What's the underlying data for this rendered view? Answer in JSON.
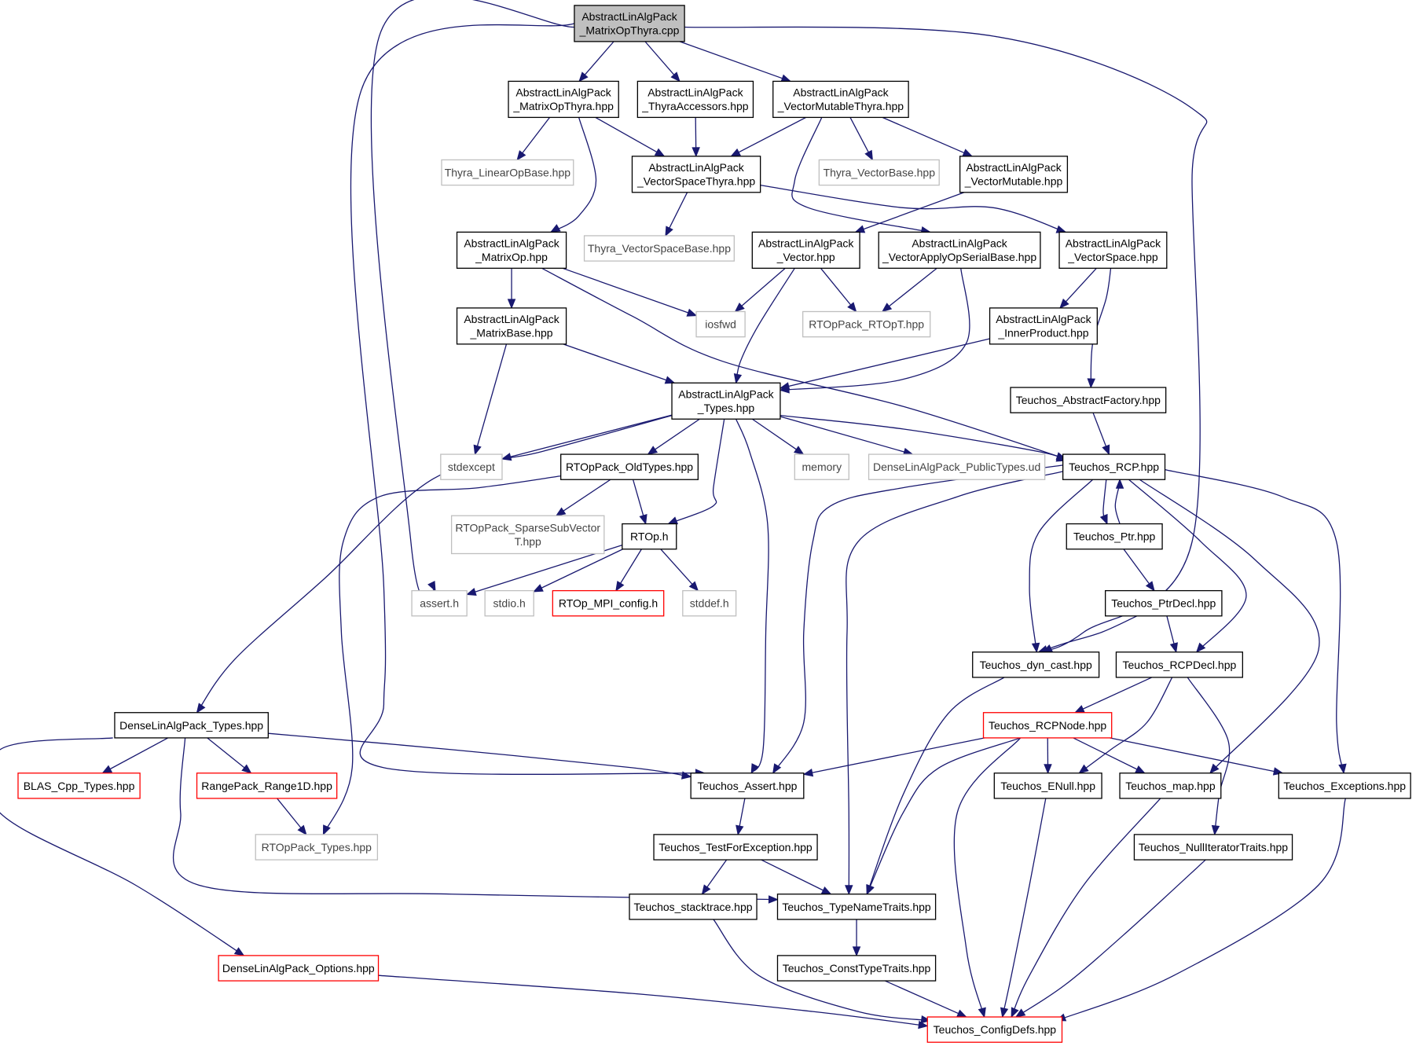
{
  "graph": {
    "title": "",
    "colors": {
      "background": "#ffffff",
      "edge": "#191970",
      "focus_fill": "#bfbfbf",
      "normal_border": "#000000",
      "external_border": "#bfbfbf",
      "truncated_border": "#ff0000",
      "text_normal": "#000000",
      "text_external": "#444444"
    },
    "nodes": [
      {
        "id": "n0",
        "kind": "focus",
        "lines": [
          "AbstractLinAlgPack",
          "_MatrixOpThyra.cpp"
        ]
      },
      {
        "id": "n1",
        "kind": "normal",
        "lines": [
          "AbstractLinAlgPack",
          "_MatrixOpThyra.hpp"
        ]
      },
      {
        "id": "n2",
        "kind": "normal",
        "lines": [
          "AbstractLinAlgPack",
          "_ThyraAccessors.hpp"
        ]
      },
      {
        "id": "n3",
        "kind": "normal",
        "lines": [
          "AbstractLinAlgPack",
          "_VectorMutableThyra.hpp"
        ]
      },
      {
        "id": "n4",
        "kind": "external",
        "lines": [
          "Thyra_LinearOpBase.hpp"
        ]
      },
      {
        "id": "n5",
        "kind": "normal",
        "lines": [
          "AbstractLinAlgPack",
          "_VectorSpaceThyra.hpp"
        ]
      },
      {
        "id": "n6",
        "kind": "external",
        "lines": [
          "Thyra_VectorBase.hpp"
        ]
      },
      {
        "id": "n7",
        "kind": "normal",
        "lines": [
          "AbstractLinAlgPack",
          "_VectorMutable.hpp"
        ]
      },
      {
        "id": "n8",
        "kind": "normal",
        "lines": [
          "AbstractLinAlgPack",
          "_MatrixOp.hpp"
        ]
      },
      {
        "id": "n9",
        "kind": "external",
        "lines": [
          "Thyra_VectorSpaceBase.hpp"
        ]
      },
      {
        "id": "n10",
        "kind": "normal",
        "lines": [
          "AbstractLinAlgPack",
          "_Vector.hpp"
        ]
      },
      {
        "id": "n11",
        "kind": "normal",
        "lines": [
          "AbstractLinAlgPack",
          "_VectorApplyOpSerialBase.hpp"
        ]
      },
      {
        "id": "n12",
        "kind": "normal",
        "lines": [
          "AbstractLinAlgPack",
          "_VectorSpace.hpp"
        ]
      },
      {
        "id": "n13",
        "kind": "normal",
        "lines": [
          "AbstractLinAlgPack",
          "_MatrixBase.hpp"
        ]
      },
      {
        "id": "n14",
        "kind": "external",
        "lines": [
          "iosfwd"
        ]
      },
      {
        "id": "n15",
        "kind": "external",
        "lines": [
          "RTOpPack_RTOpT.hpp"
        ]
      },
      {
        "id": "n16",
        "kind": "normal",
        "lines": [
          "AbstractLinAlgPack",
          "_InnerProduct.hpp"
        ]
      },
      {
        "id": "n17",
        "kind": "normal",
        "lines": [
          "AbstractLinAlgPack",
          "_Types.hpp"
        ]
      },
      {
        "id": "n18",
        "kind": "normal",
        "lines": [
          "Teuchos_AbstractFactory.hpp"
        ]
      },
      {
        "id": "n19",
        "kind": "external",
        "lines": [
          "stdexcept"
        ]
      },
      {
        "id": "n20",
        "kind": "normal",
        "lines": [
          "RTOpPack_OldTypes.hpp"
        ]
      },
      {
        "id": "n21",
        "kind": "external",
        "lines": [
          "memory"
        ]
      },
      {
        "id": "n22",
        "kind": "external",
        "lines": [
          "DenseLinAlgPack_PublicTypes.ud"
        ]
      },
      {
        "id": "n23",
        "kind": "normal",
        "lines": [
          "Teuchos_RCP.hpp"
        ]
      },
      {
        "id": "n24",
        "kind": "external",
        "lines": [
          "RTOpPack_SparseSubVector",
          "T.hpp"
        ]
      },
      {
        "id": "n25",
        "kind": "normal",
        "lines": [
          "RTOp.h"
        ]
      },
      {
        "id": "n26",
        "kind": "normal",
        "lines": [
          "Teuchos_Ptr.hpp"
        ]
      },
      {
        "id": "n27",
        "kind": "external",
        "lines": [
          "assert.h"
        ]
      },
      {
        "id": "n28",
        "kind": "external",
        "lines": [
          "stdio.h"
        ]
      },
      {
        "id": "n29",
        "kind": "truncated",
        "lines": [
          "RTOp_MPI_config.h"
        ]
      },
      {
        "id": "n30",
        "kind": "external",
        "lines": [
          "stddef.h"
        ]
      },
      {
        "id": "n31",
        "kind": "normal",
        "lines": [
          "Teuchos_PtrDecl.hpp"
        ]
      },
      {
        "id": "n32",
        "kind": "normal",
        "lines": [
          "Teuchos_dyn_cast.hpp"
        ]
      },
      {
        "id": "n33",
        "kind": "normal",
        "lines": [
          "Teuchos_RCPDecl.hpp"
        ]
      },
      {
        "id": "n34",
        "kind": "normal",
        "lines": [
          "DenseLinAlgPack_Types.hpp"
        ]
      },
      {
        "id": "n35",
        "kind": "truncated",
        "lines": [
          "Teuchos_RCPNode.hpp"
        ]
      },
      {
        "id": "n36",
        "kind": "truncated",
        "lines": [
          "BLAS_Cpp_Types.hpp"
        ]
      },
      {
        "id": "n37",
        "kind": "truncated",
        "lines": [
          "RangePack_Range1D.hpp"
        ]
      },
      {
        "id": "n38",
        "kind": "normal",
        "lines": [
          "Teuchos_Assert.hpp"
        ]
      },
      {
        "id": "n39",
        "kind": "normal",
        "lines": [
          "Teuchos_ENull.hpp"
        ]
      },
      {
        "id": "n40",
        "kind": "normal",
        "lines": [
          "Teuchos_map.hpp"
        ]
      },
      {
        "id": "n41",
        "kind": "normal",
        "lines": [
          "Teuchos_Exceptions.hpp"
        ]
      },
      {
        "id": "n42",
        "kind": "external",
        "lines": [
          "RTOpPack_Types.hpp"
        ]
      },
      {
        "id": "n43",
        "kind": "normal",
        "lines": [
          "Teuchos_TestForException.hpp"
        ]
      },
      {
        "id": "n44",
        "kind": "normal",
        "lines": [
          "Teuchos_NullIteratorTraits.hpp"
        ]
      },
      {
        "id": "n45",
        "kind": "normal",
        "lines": [
          "Teuchos_stacktrace.hpp"
        ]
      },
      {
        "id": "n46",
        "kind": "normal",
        "lines": [
          "Teuchos_TypeNameTraits.hpp"
        ]
      },
      {
        "id": "n47",
        "kind": "truncated",
        "lines": [
          "DenseLinAlgPack_Options.hpp"
        ]
      },
      {
        "id": "n48",
        "kind": "normal",
        "lines": [
          "Teuchos_ConstTypeTraits.hpp"
        ]
      },
      {
        "id": "n49",
        "kind": "truncated",
        "lines": [
          "Teuchos_ConfigDefs.hpp"
        ]
      }
    ],
    "edges": [
      [
        "n0",
        "n1"
      ],
      [
        "n0",
        "n2"
      ],
      [
        "n0",
        "n3"
      ],
      [
        "n0",
        "n27"
      ],
      [
        "n0",
        "n38"
      ],
      [
        "n0",
        "n32"
      ],
      [
        "n1",
        "n4"
      ],
      [
        "n1",
        "n5"
      ],
      [
        "n1",
        "n8"
      ],
      [
        "n2",
        "n5"
      ],
      [
        "n3",
        "n5"
      ],
      [
        "n3",
        "n6"
      ],
      [
        "n3",
        "n7"
      ],
      [
        "n3",
        "n11"
      ],
      [
        "n5",
        "n9"
      ],
      [
        "n5",
        "n12"
      ],
      [
        "n7",
        "n10"
      ],
      [
        "n8",
        "n13"
      ],
      [
        "n8",
        "n14"
      ],
      [
        "n8",
        "n23"
      ],
      [
        "n10",
        "n14"
      ],
      [
        "n10",
        "n15"
      ],
      [
        "n10",
        "n17"
      ],
      [
        "n11",
        "n15"
      ],
      [
        "n11",
        "n17"
      ],
      [
        "n12",
        "n16"
      ],
      [
        "n12",
        "n18"
      ],
      [
        "n13",
        "n17"
      ],
      [
        "n13",
        "n19"
      ],
      [
        "n16",
        "n17"
      ],
      [
        "n17",
        "n19"
      ],
      [
        "n17",
        "n20"
      ],
      [
        "n17",
        "n21"
      ],
      [
        "n17",
        "n22"
      ],
      [
        "n17",
        "n23"
      ],
      [
        "n17",
        "n25"
      ],
      [
        "n17",
        "n38"
      ],
      [
        "n17",
        "n34"
      ],
      [
        "n18",
        "n23"
      ],
      [
        "n20",
        "n24"
      ],
      [
        "n20",
        "n25"
      ],
      [
        "n20",
        "n42"
      ],
      [
        "n23",
        "n26"
      ],
      [
        "n23",
        "n32"
      ],
      [
        "n23",
        "n33"
      ],
      [
        "n23",
        "n38"
      ],
      [
        "n23",
        "n46"
      ],
      [
        "n23",
        "n40"
      ],
      [
        "n23",
        "n41"
      ],
      [
        "n25",
        "n27"
      ],
      [
        "n25",
        "n28"
      ],
      [
        "n25",
        "n29"
      ],
      [
        "n25",
        "n30"
      ],
      [
        "n26",
        "n23"
      ],
      [
        "n26",
        "n31"
      ],
      [
        "n31",
        "n32"
      ],
      [
        "n31",
        "n33"
      ],
      [
        "n32",
        "n46"
      ],
      [
        "n33",
        "n35"
      ],
      [
        "n33",
        "n39"
      ],
      [
        "n33",
        "n44"
      ],
      [
        "n34",
        "n36"
      ],
      [
        "n34",
        "n37"
      ],
      [
        "n34",
        "n38"
      ],
      [
        "n34",
        "n47"
      ],
      [
        "n34",
        "n46"
      ],
      [
        "n35",
        "n38"
      ],
      [
        "n35",
        "n39"
      ],
      [
        "n35",
        "n40"
      ],
      [
        "n35",
        "n41"
      ],
      [
        "n35",
        "n46"
      ],
      [
        "n35",
        "n49"
      ],
      [
        "n37",
        "n42"
      ],
      [
        "n38",
        "n43"
      ],
      [
        "n39",
        "n49"
      ],
      [
        "n40",
        "n49"
      ],
      [
        "n41",
        "n49"
      ],
      [
        "n43",
        "n45"
      ],
      [
        "n43",
        "n46"
      ],
      [
        "n44",
        "n49"
      ],
      [
        "n45",
        "n49"
      ],
      [
        "n46",
        "n48"
      ],
      [
        "n47",
        "n49"
      ],
      [
        "n48",
        "n49"
      ]
    ]
  }
}
